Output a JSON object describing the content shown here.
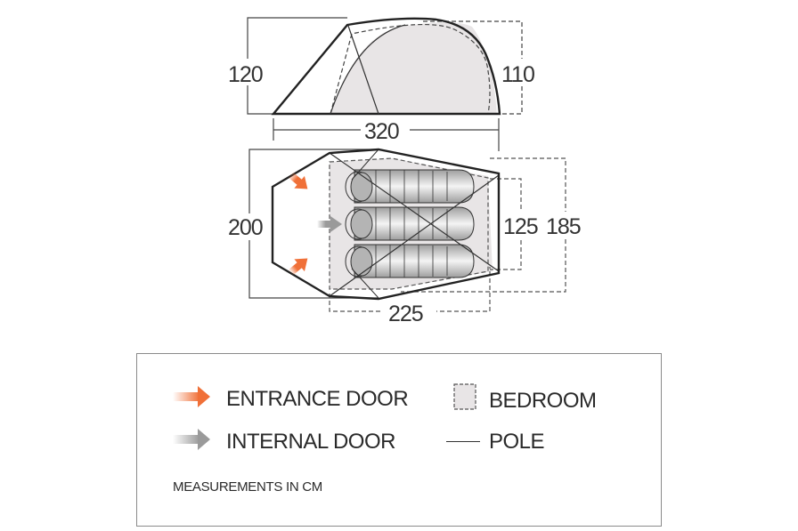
{
  "side_view": {
    "height_total": "120",
    "height_inner": "110",
    "length": "320"
  },
  "floor_plan": {
    "width_total": "200",
    "bedroom_length": "225",
    "bedroom_width_inner": "125",
    "bedroom_width_outer": "185",
    "sleeping_bags": 3
  },
  "legend": {
    "entrance_door": "ENTRANCE DOOR",
    "internal_door": "INTERNAL DOOR",
    "bedroom": "BEDROOM",
    "pole": "POLE",
    "note": "MEASUREMENTS IN CM"
  },
  "colors": {
    "entrance_arrow": "#f07038",
    "internal_arrow": "#9a9a9a",
    "bedroom_fill": "#e8e5e6",
    "outline": "#222222"
  }
}
